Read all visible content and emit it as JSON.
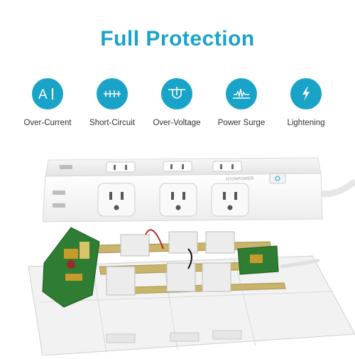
{
  "title": "Full Protection",
  "colors": {
    "accent": "#1aa3c9",
    "text": "#333333",
    "background": "#ffffff"
  },
  "features": [
    {
      "label": "Over-Current",
      "icon": "ai-current-icon"
    },
    {
      "label": "Short-Circuit",
      "icon": "short-circuit-icon"
    },
    {
      "label": "Over-Voltage",
      "icon": "voltage-icon"
    },
    {
      "label": "Power Surge",
      "icon": "surge-wave-icon"
    },
    {
      "label": "Lightening",
      "icon": "lightning-bolt-icon"
    }
  ],
  "product": {
    "logo_text": "NTONPOWER"
  }
}
